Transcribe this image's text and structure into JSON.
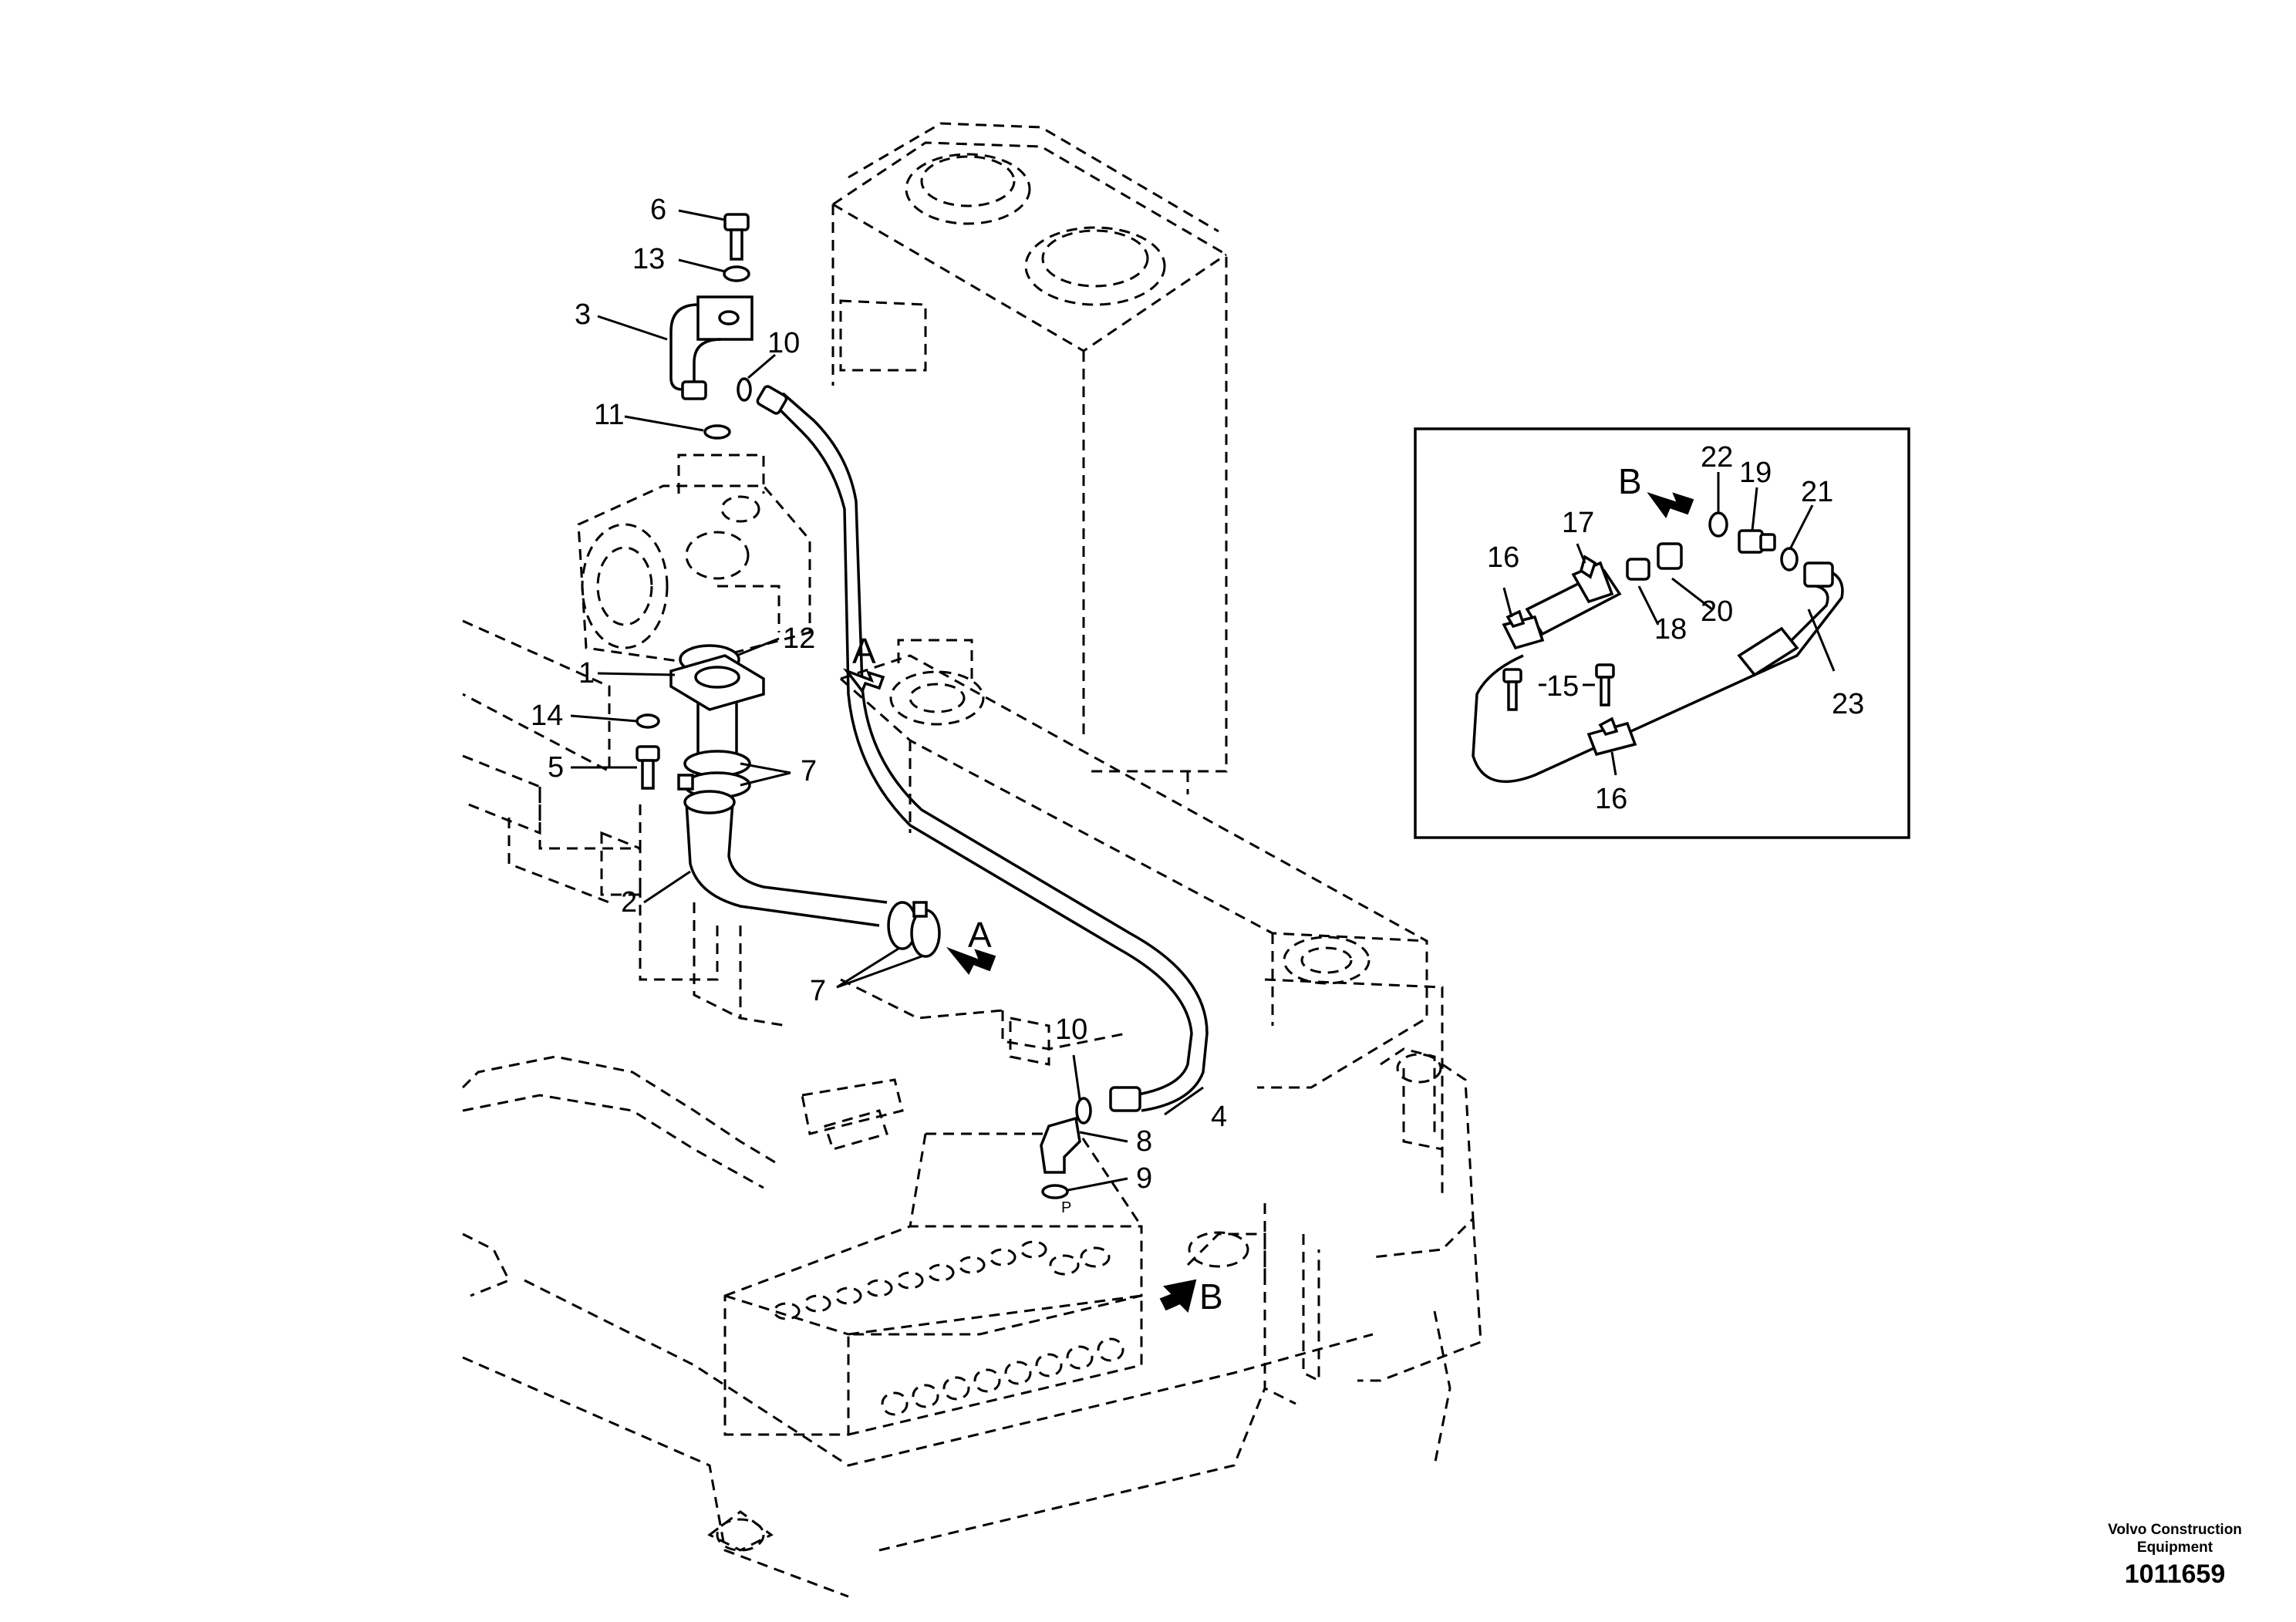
{
  "diagram": {
    "callouts": {
      "c1": "1",
      "c2": "2",
      "c3": "3",
      "c4": "4",
      "c5": "5",
      "c6": "6",
      "c7a": "7",
      "c7b": "7",
      "c8": "8",
      "c9": "9",
      "c10a": "10",
      "c10b": "10",
      "c11": "11",
      "c12": "12",
      "c13": "13",
      "c14": "14",
      "c15": "15",
      "c16a": "16",
      "c16b": "16",
      "c17": "17",
      "c18": "18",
      "c19": "19",
      "c20": "20",
      "c21": "21",
      "c22": "22",
      "c23": "23"
    },
    "views": {
      "a1": "A",
      "a2": "A",
      "b1": "B",
      "b_inset": "B"
    },
    "marks": {
      "port_p": "P"
    }
  },
  "footer": {
    "manufacturer_line1": "Volvo Construction",
    "manufacturer_line2": "Equipment",
    "document_number": "1011659"
  }
}
